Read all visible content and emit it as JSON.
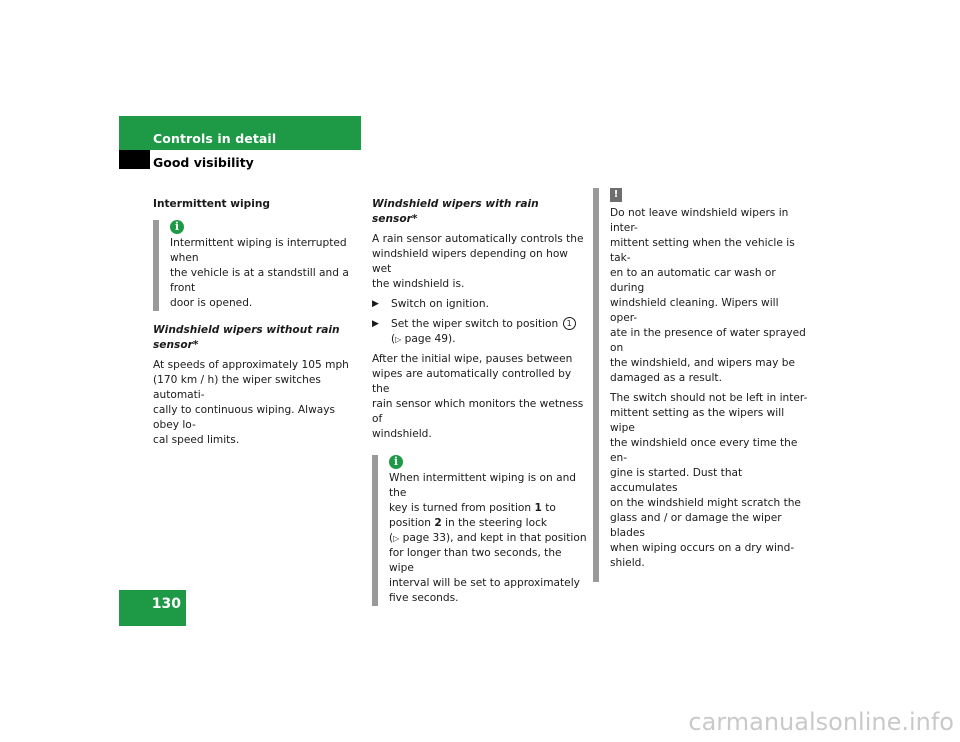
{
  "header": {
    "section_title": "Controls in detail",
    "subsection_title": "Good visibility"
  },
  "page_number": "130",
  "left_column": {
    "heading": "Intermittent wiping",
    "note_icon": "info-icon",
    "note_lines": [
      "Intermittent wiping is interrupted when",
      "the vehicle is at a standstill and a front",
      "door is opened."
    ],
    "subheading": "Windshield wipers without rain sensor*",
    "para_lines": [
      "At speeds of approximately 105 mph",
      "(170 km / h) the wiper switches automati-",
      "cally to continuous wiping. Always obey lo-",
      "cal speed limits."
    ]
  },
  "middle_column": {
    "heading": "Windshield wipers with rain sensor*",
    "intro_lines": [
      "A rain sensor automatically controls the",
      "windshield wipers depending on how wet",
      "the windshield is."
    ],
    "bullet1": "Switch on ignition.",
    "bullet2_line1": "Set the wiper switch to position",
    "bullet2_circle": "1",
    "bullet2_line2_page": "page 49).",
    "after_lines": [
      "After the initial wipe, pauses between",
      "wipes are automatically controlled by the",
      "rain sensor which monitors the wetness of",
      "windshield."
    ],
    "note_icon": "info-icon",
    "note": {
      "l1": "When intermittent wiping is on and the",
      "l2a": "key is turned from position ",
      "l2b": "1",
      "l2c": " to",
      "l3a": "position ",
      "l3b": "2",
      "l3c": " in the steering lock",
      "l4": "page 33), and kept in that position",
      "l5": "for longer than two seconds, the wipe",
      "l6": "interval will be set to approximately",
      "l7": "five seconds."
    }
  },
  "right_column": {
    "warning_icon": "warning-icon",
    "warning_symbol": "!",
    "para1_lines": [
      "Do not leave windshield wipers in inter-",
      "mittent setting when the vehicle is tak-",
      "en to an automatic car wash or during",
      "windshield cleaning. Wipers will oper-",
      "ate in the presence of water sprayed on",
      "the windshield, and wipers may be",
      "damaged as a result."
    ],
    "para2_lines": [
      "The switch should not be left in inter-",
      "mittent setting as the wipers will wipe",
      "the windshield once every time the en-",
      "gine is started. Dust that accumulates",
      "on the windshield might scratch the",
      "glass and / or damage the wiper blades",
      "when wiping occurs on a dry wind-",
      "shield."
    ]
  },
  "watermark": "carmanualsonline.info",
  "colors": {
    "brand_green": "#1e9a46",
    "note_bar": "#9a9a9a"
  }
}
